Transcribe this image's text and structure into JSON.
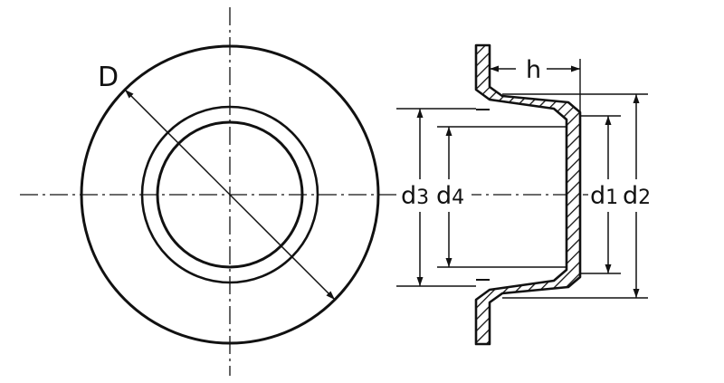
{
  "labels": {
    "D": "D",
    "h": "h",
    "d1": {
      "letter": "d",
      "sub": "1"
    },
    "d2": {
      "letter": "d",
      "sub": "2"
    },
    "d3": {
      "letter": "d",
      "sub": "3"
    },
    "d4": {
      "letter": "d",
      "sub": "4"
    }
  },
  "colors": {
    "ink": "#111111",
    "background": "#ffffff"
  }
}
